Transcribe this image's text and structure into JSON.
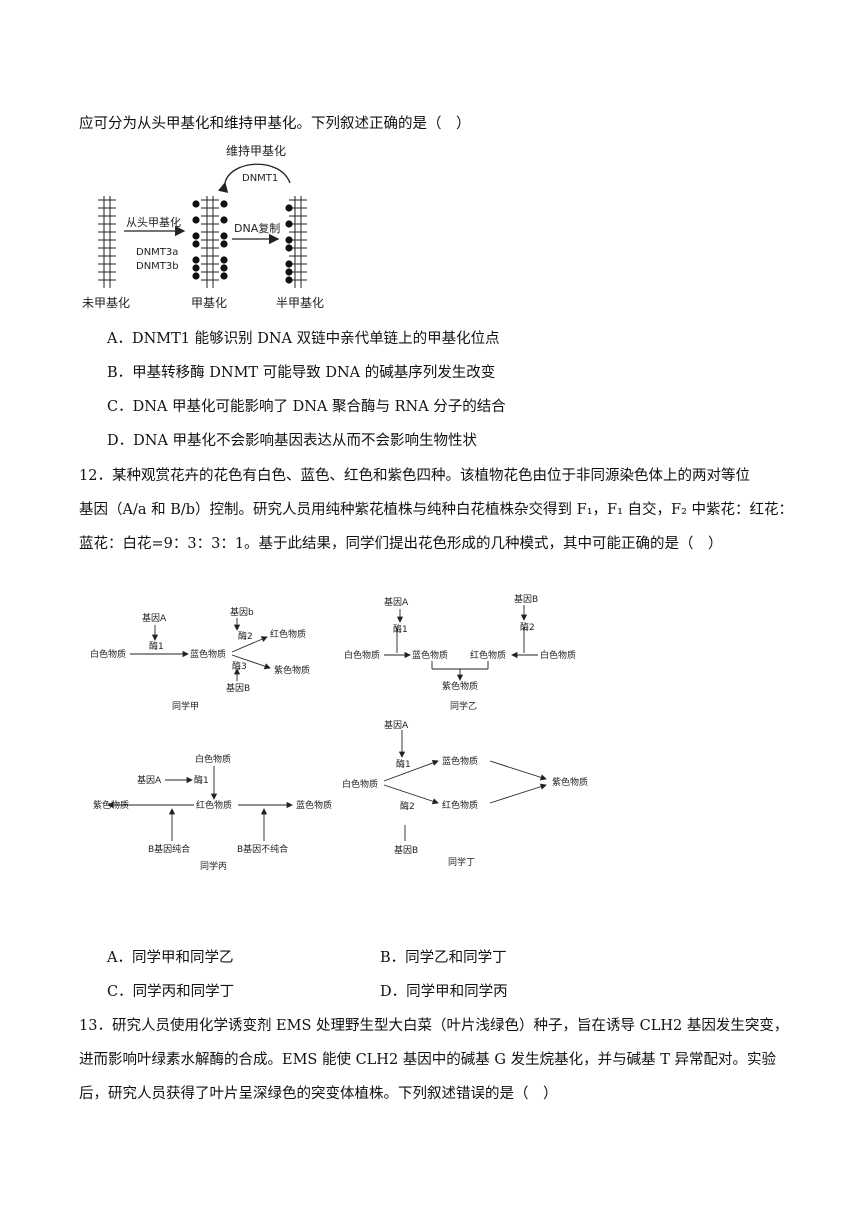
{
  "intro_line": "应可分为从头甲基化和维持甲基化。下列叙述正确的是（　）",
  "fig1": {
    "maintain_label": "维持甲基化",
    "dnmt1": "DNMT1",
    "denovo_label": "从头甲基化",
    "dnmt3a": "DNMT3a",
    "dnmt3b": "DNMT3b",
    "replication_label": "DNA复制",
    "unmethylated": "未甲基化",
    "methylated": "甲基化",
    "hemimethylated": "半甲基化"
  },
  "q11_options": [
    "A．DNMT1 能够识别 DNA 双链中亲代单链上的甲基化位点",
    "B．甲基转移酶 DNMT 可能导致 DNA 的碱基序列发生改变",
    "C．DNA 甲基化可能影响了 DNA 聚合酶与 RNA 分子的结合",
    "D．DNA 甲基化不会影响基因表达从而不会影响生物性状"
  ],
  "q12": {
    "line1": "12．某种观赏花卉的花色有白色、蓝色、红色和紫色四种。该植物花色由位于非同源染色体上的两对等位",
    "line2": "基因（A/a 和 B/b）控制。研究人员用纯种紫花植株与纯种白花植株杂交得到 F₁，F₁ 自交，F₂ 中紫花：红花：",
    "line3": "蓝花：白花=9：3：3：1。基于此结果，同学们提出花色形成的几种模式，其中可能正确的是（　）"
  },
  "fig2": {
    "jia": {
      "geneA": "基因A",
      "enzyme1": "酶1",
      "white": "白色物质",
      "blue": "蓝色物质",
      "geneb": "基因b",
      "enzyme2": "酶2",
      "red": "红色物质",
      "enzyme3": "酶3",
      "purple": "紫色物质",
      "geneB": "基因B",
      "caption": "同学甲"
    },
    "yi": {
      "geneA": "基因A",
      "enzyme1": "酶1",
      "white1": "白色物质",
      "blue": "蓝色物质",
      "geneB": "基因B",
      "enzyme2": "酶2",
      "red": "红色物质",
      "white2": "白色物质",
      "purple": "紫色物质",
      "caption": "同学乙"
    },
    "bing": {
      "white": "白色物质",
      "geneA": "基因A",
      "enzyme1": "酶1",
      "purple": "紫色物质",
      "red": "红色物质",
      "blue": "蓝色物质",
      "b_pure": "B基因纯合",
      "b_impure": "B基因不纯合",
      "caption": "同学丙"
    },
    "ding": {
      "geneA": "基因A",
      "enzyme1": "酶1",
      "white": "白色物质",
      "blue": "蓝色物质",
      "purple": "紫色物质",
      "enzyme2": "酶2",
      "red": "红色物质",
      "geneB": "基因B",
      "caption": "同学丁"
    }
  },
  "q12_options": {
    "a": "A．同学甲和同学乙",
    "b": "B．同学乙和同学丁",
    "c": "C．同学丙和同学丁",
    "d": "D．同学甲和同学丙"
  },
  "q13": {
    "line1": "13．研究人员使用化学诱变剂 EMS 处理野生型大白菜（叶片浅绿色）种子，旨在诱导 CLH2 基因发生突变，",
    "line2": "进而影响叶绿素水解酶的合成。EMS 能使 CLH2 基因中的碱基 G 发生烷基化，并与碱基 T 异常配对。实验",
    "line3": "后，研究人员获得了叶片呈深绿色的突变体植株。下列叙述错误的是（　）"
  }
}
